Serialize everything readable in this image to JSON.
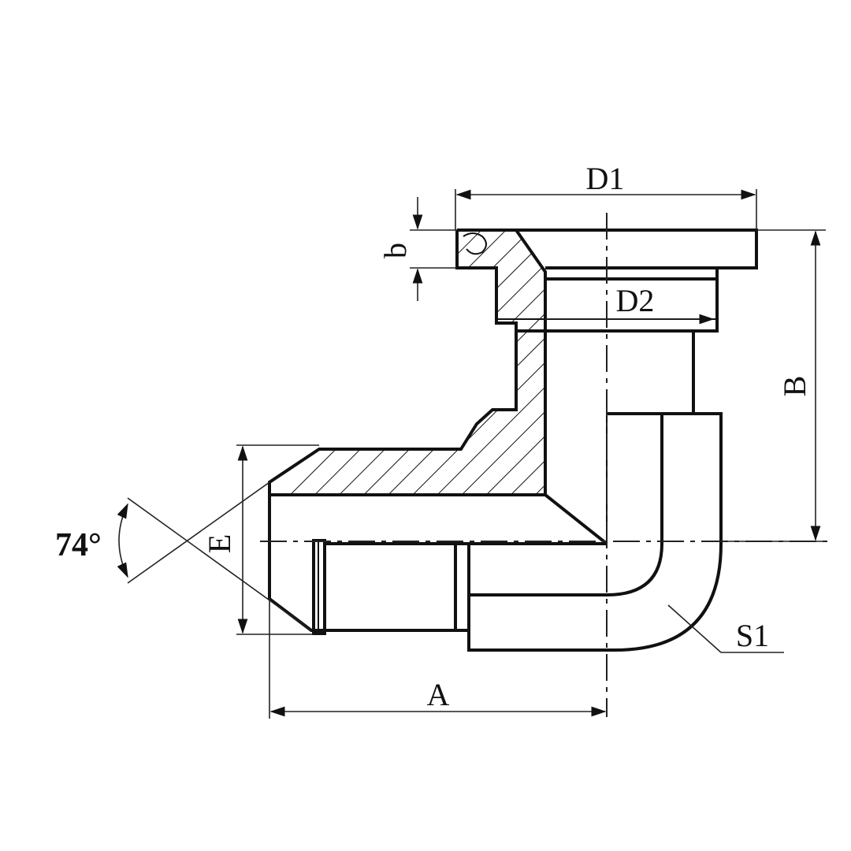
{
  "diagram": {
    "labels": {
      "d1": "D1",
      "d2": "D2",
      "b": "b",
      "right_vertical": "B",
      "left_vertical": "E",
      "angle": "74°",
      "a": "A",
      "s1": "S1"
    },
    "colors": {
      "line": "#111111",
      "background": "#ffffff"
    }
  }
}
